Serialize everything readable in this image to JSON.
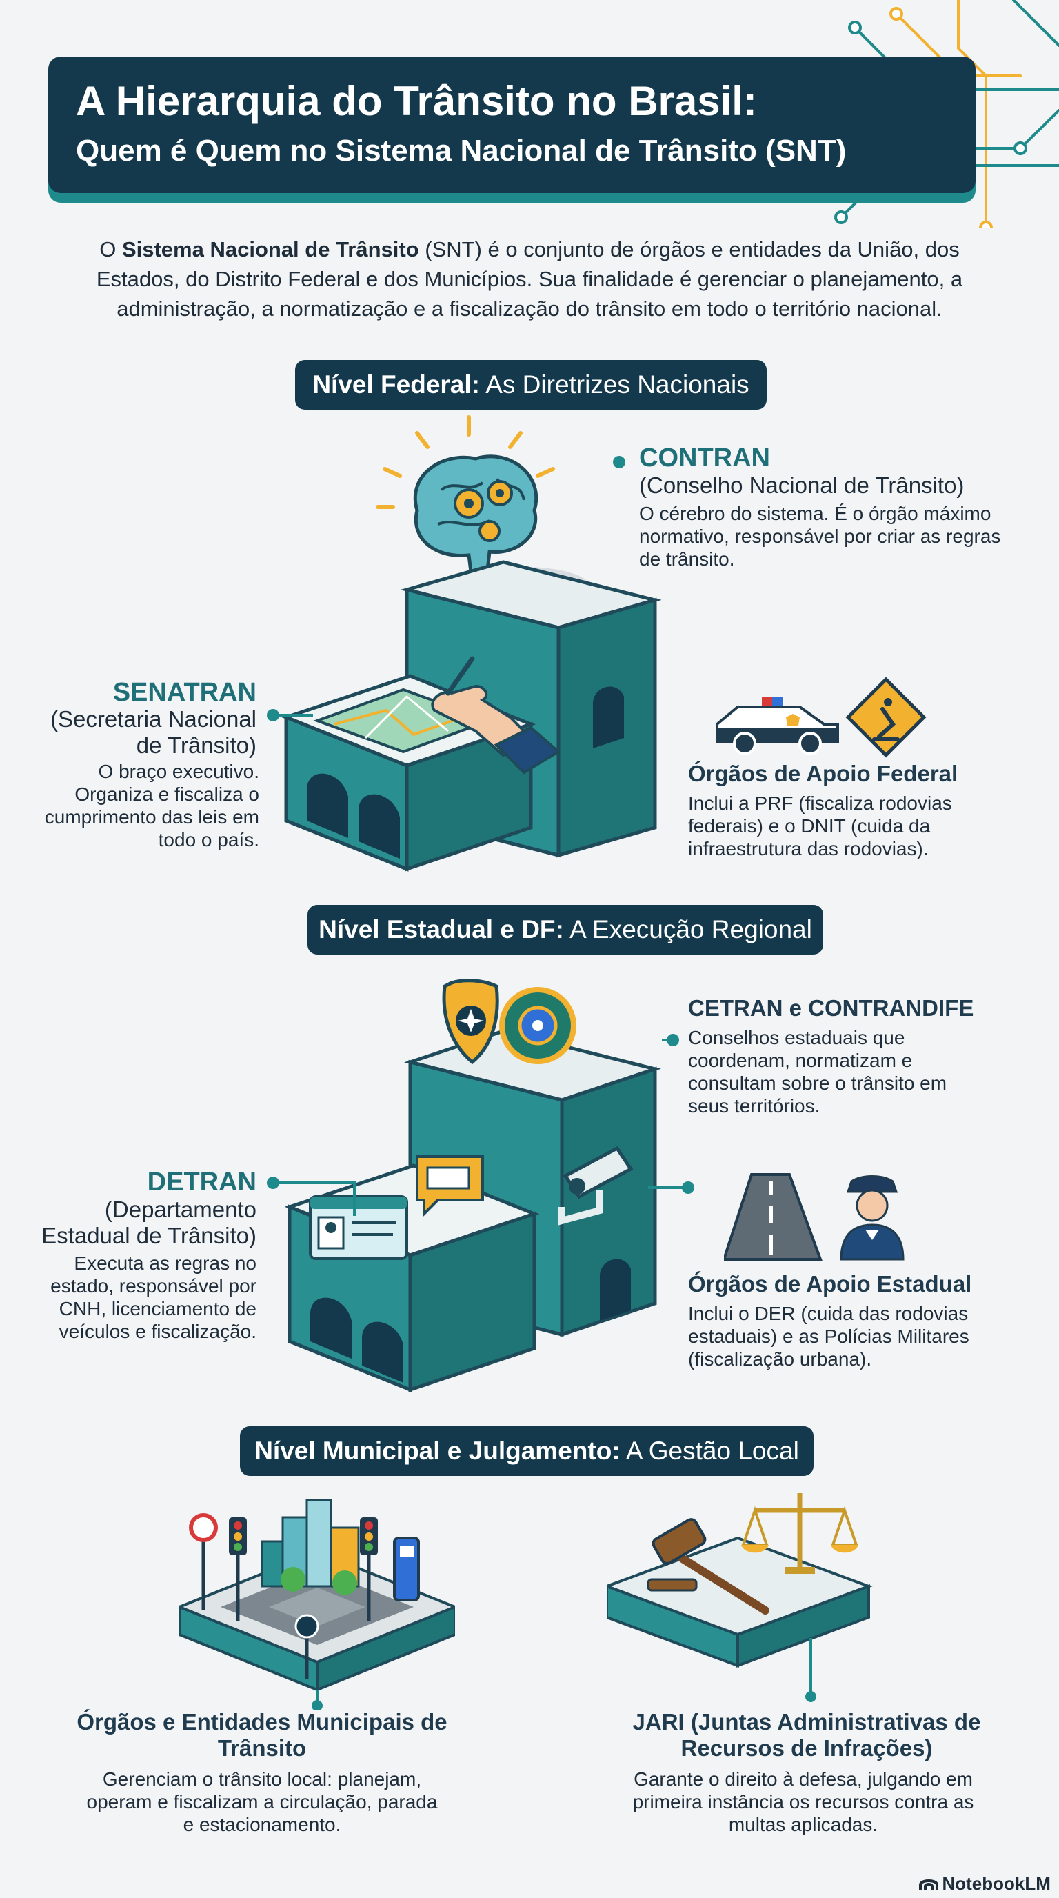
{
  "header": {
    "title": "A Hierarquia do Trânsito no Brasil:",
    "subtitle": "Quem é Quem no Sistema Nacional de Trânsito (SNT)"
  },
  "intro": {
    "prefix": "O ",
    "bold": "Sistema Nacional de Trânsito",
    "text": " (SNT) é o conjunto de órgãos e entidades da União, dos Estados, do Distrito Federal e dos Municípios. Sua finalidade é gerenciar o planejamento, a administração, a normatização e a fiscalização do trânsito em todo o território nacional."
  },
  "federal": {
    "pill_bold": "Nível Federal:",
    "pill_rest": " As Diretrizes Nacionais",
    "contran": {
      "name": "CONTRAN",
      "full": "(Conselho Nacional de Trânsito)",
      "desc": "O cérebro do sistema. É o órgão máximo normativo, responsável por criar as regras de trânsito."
    },
    "senatran": {
      "name": "SENATRAN",
      "full": "(Secretaria Nacional de Trânsito)",
      "desc": "O braço executivo. Organiza e fiscaliza o cumprimento das leis em todo o país."
    },
    "apoio": {
      "name": "Órgãos de Apoio Federal",
      "desc": "Inclui a PRF (fiscaliza rodovias federais) e o DNIT (cuida da infraestrutura das rodovias)."
    }
  },
  "estadual": {
    "pill_bold": "Nível Estadual e DF:",
    "pill_rest": " A Execução Regional",
    "cetran": {
      "name": "CETRAN e CONTRANDIFE",
      "desc": "Conselhos estaduais que coordenam, normatizam e consultam sobre o trânsito em seus territórios."
    },
    "detran": {
      "name": "DETRAN",
      "full": "(Departamento Estadual de Trânsito)",
      "desc": "Executa as regras no estado, responsável por CNH, licenciamento de veículos e fiscalização."
    },
    "apoio": {
      "name": "Órgãos de Apoio Estadual",
      "desc": "Inclui o DER (cuida das rodovias estaduais) e as Polícias Militares (fiscalização urbana)."
    }
  },
  "municipal": {
    "pill_bold": "Nível Municipal e Julgamento:",
    "pill_rest": " A Gestão Local",
    "orgaos": {
      "name": "Órgãos e Entidades Municipais de Trânsito",
      "desc": "Gerenciam o trânsito local: planejam, operam e fiscalizam a circulação, parada e estacionamento."
    },
    "jari": {
      "name": "JARI (Juntas Administrativas de Recursos de Infrações)",
      "desc": "Garante o direito à defesa, julgando em primeira instância os recursos contra as multas aplicadas."
    }
  },
  "footer": {
    "brand": "NotebookLM"
  },
  "colors": {
    "navy": "#14394c",
    "teal": "#1f8a8b",
    "accent": "#f2b230"
  }
}
